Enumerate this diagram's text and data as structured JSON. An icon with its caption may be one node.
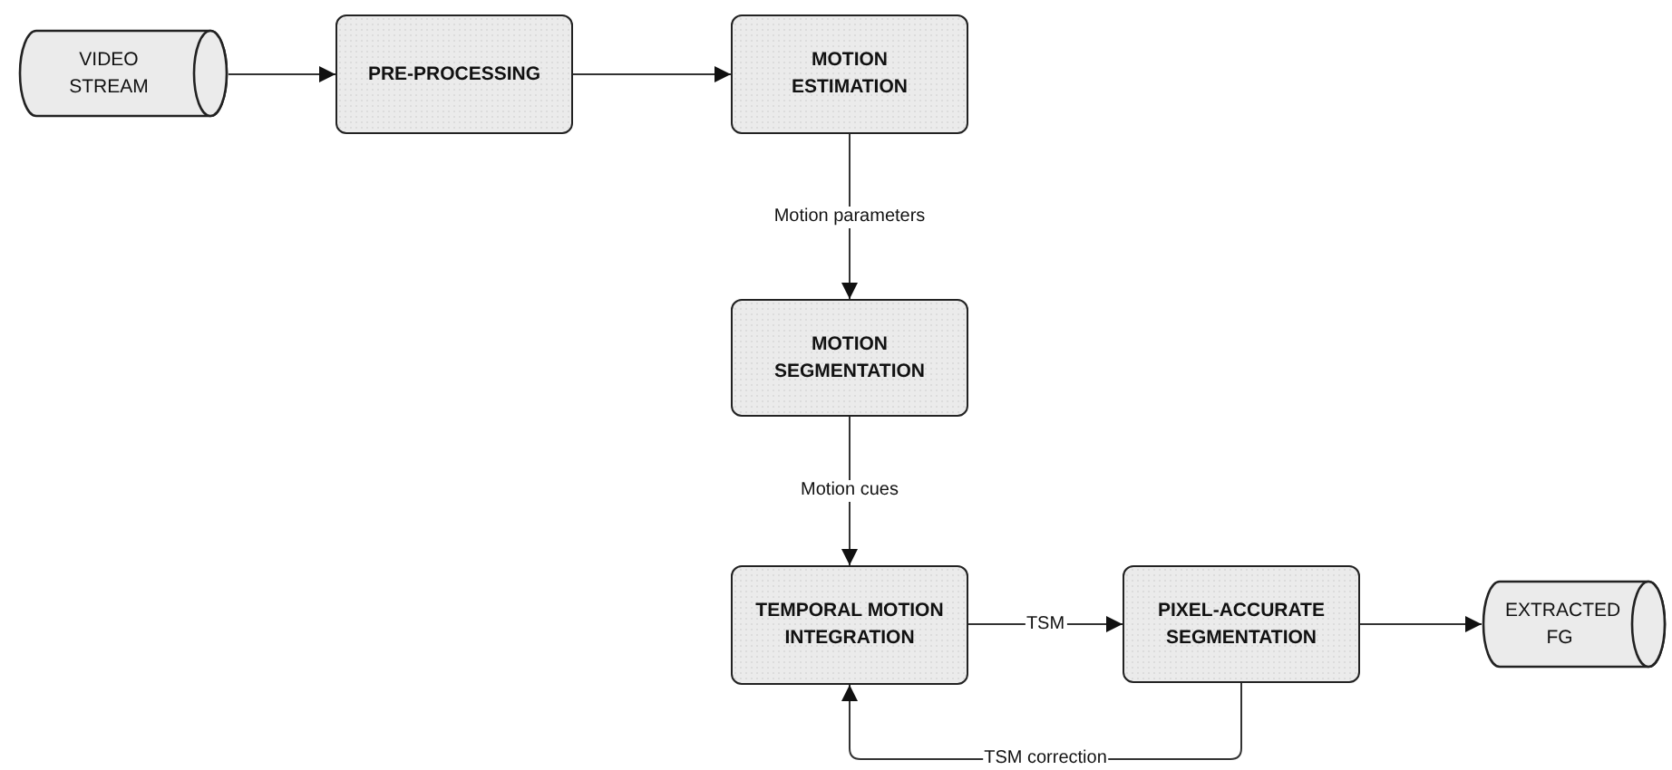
{
  "diagram": {
    "nodes": [
      {
        "text": [
          "VIDEO STREAM"
        ]
      },
      {
        "text": [
          "PRE-PROCESSING"
        ]
      },
      {
        "text": [
          "MOTION ESTIMATION"
        ]
      },
      {
        "text": [
          "MOTION SEGMENTATION"
        ]
      },
      {
        "text": [
          "TEMPORAL MOTION INTEGRATION"
        ]
      },
      {
        "text": [
          "PIXEL-ACCURATE SEGMENTATION"
        ]
      },
      {
        "text": [
          "EXTRACTED FG"
        ]
      }
    ],
    "edges": [
      {
        "from": 0,
        "to": 1,
        "arrow": "to"
      },
      {
        "from": 1,
        "to": 2,
        "arrow": "to"
      },
      {
        "from": 2,
        "to": 3,
        "arrow": "to",
        "label": "Motion parameters"
      },
      {
        "from": 3,
        "to": 4,
        "arrow": "to",
        "label": "Motion cues"
      },
      {
        "from": 4,
        "to": 5,
        "arrow": "to",
        "label": "TSM"
      },
      {
        "from": 5,
        "to": 4,
        "arrow": "to",
        "label": "TSM correction"
      },
      {
        "from": 5,
        "to": 6,
        "arrow": "to"
      }
    ]
  }
}
